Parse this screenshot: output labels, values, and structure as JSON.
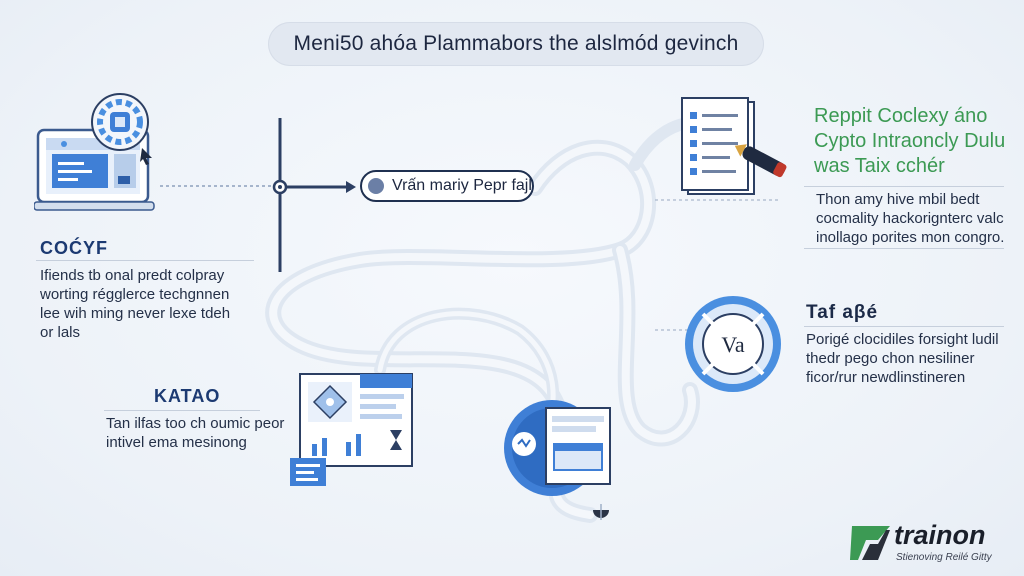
{
  "title": "Meni50 ahóa Plammabors the alslmód gevinch",
  "center_label": "Vrấn mariy Pepr fajl",
  "left_top": {
    "heading": "COĆYF",
    "lines": [
      "Ifiends tb onal predt colpray",
      "worting régglerce techgnnen",
      "lee wih ming never lexe tdeh",
      "or lals"
    ]
  },
  "left_bottom": {
    "heading": "KATAO",
    "lines": [
      "Tan ilfas too ch oumic peor",
      "intivel ema mesinong"
    ]
  },
  "right_top": {
    "head_lines": [
      "Reppit Coclexy áno",
      "Cypto Intraoncly Dulu",
      "was Taix cchér"
    ],
    "lines": [
      "Thon amy hive mbil bedt",
      "cocmality hackorignterc valc",
      "inollago porites mon congro."
    ]
  },
  "right_mid": {
    "heading": "Taf aβé",
    "lines": [
      "Porigé clocidiles forsight ludil",
      "thedr pego chon nesiliner",
      "ficor/rur newdlinstineren"
    ]
  },
  "badge_text": "Va",
  "brand": {
    "name": "trainon",
    "tagline": "Stienoving Reilé Gitty"
  },
  "colors": {
    "accent_blue": "#4a8fe0",
    "dark_navy": "#1f3050",
    "green": "#3c9a54",
    "track": "#dbe4ef"
  }
}
